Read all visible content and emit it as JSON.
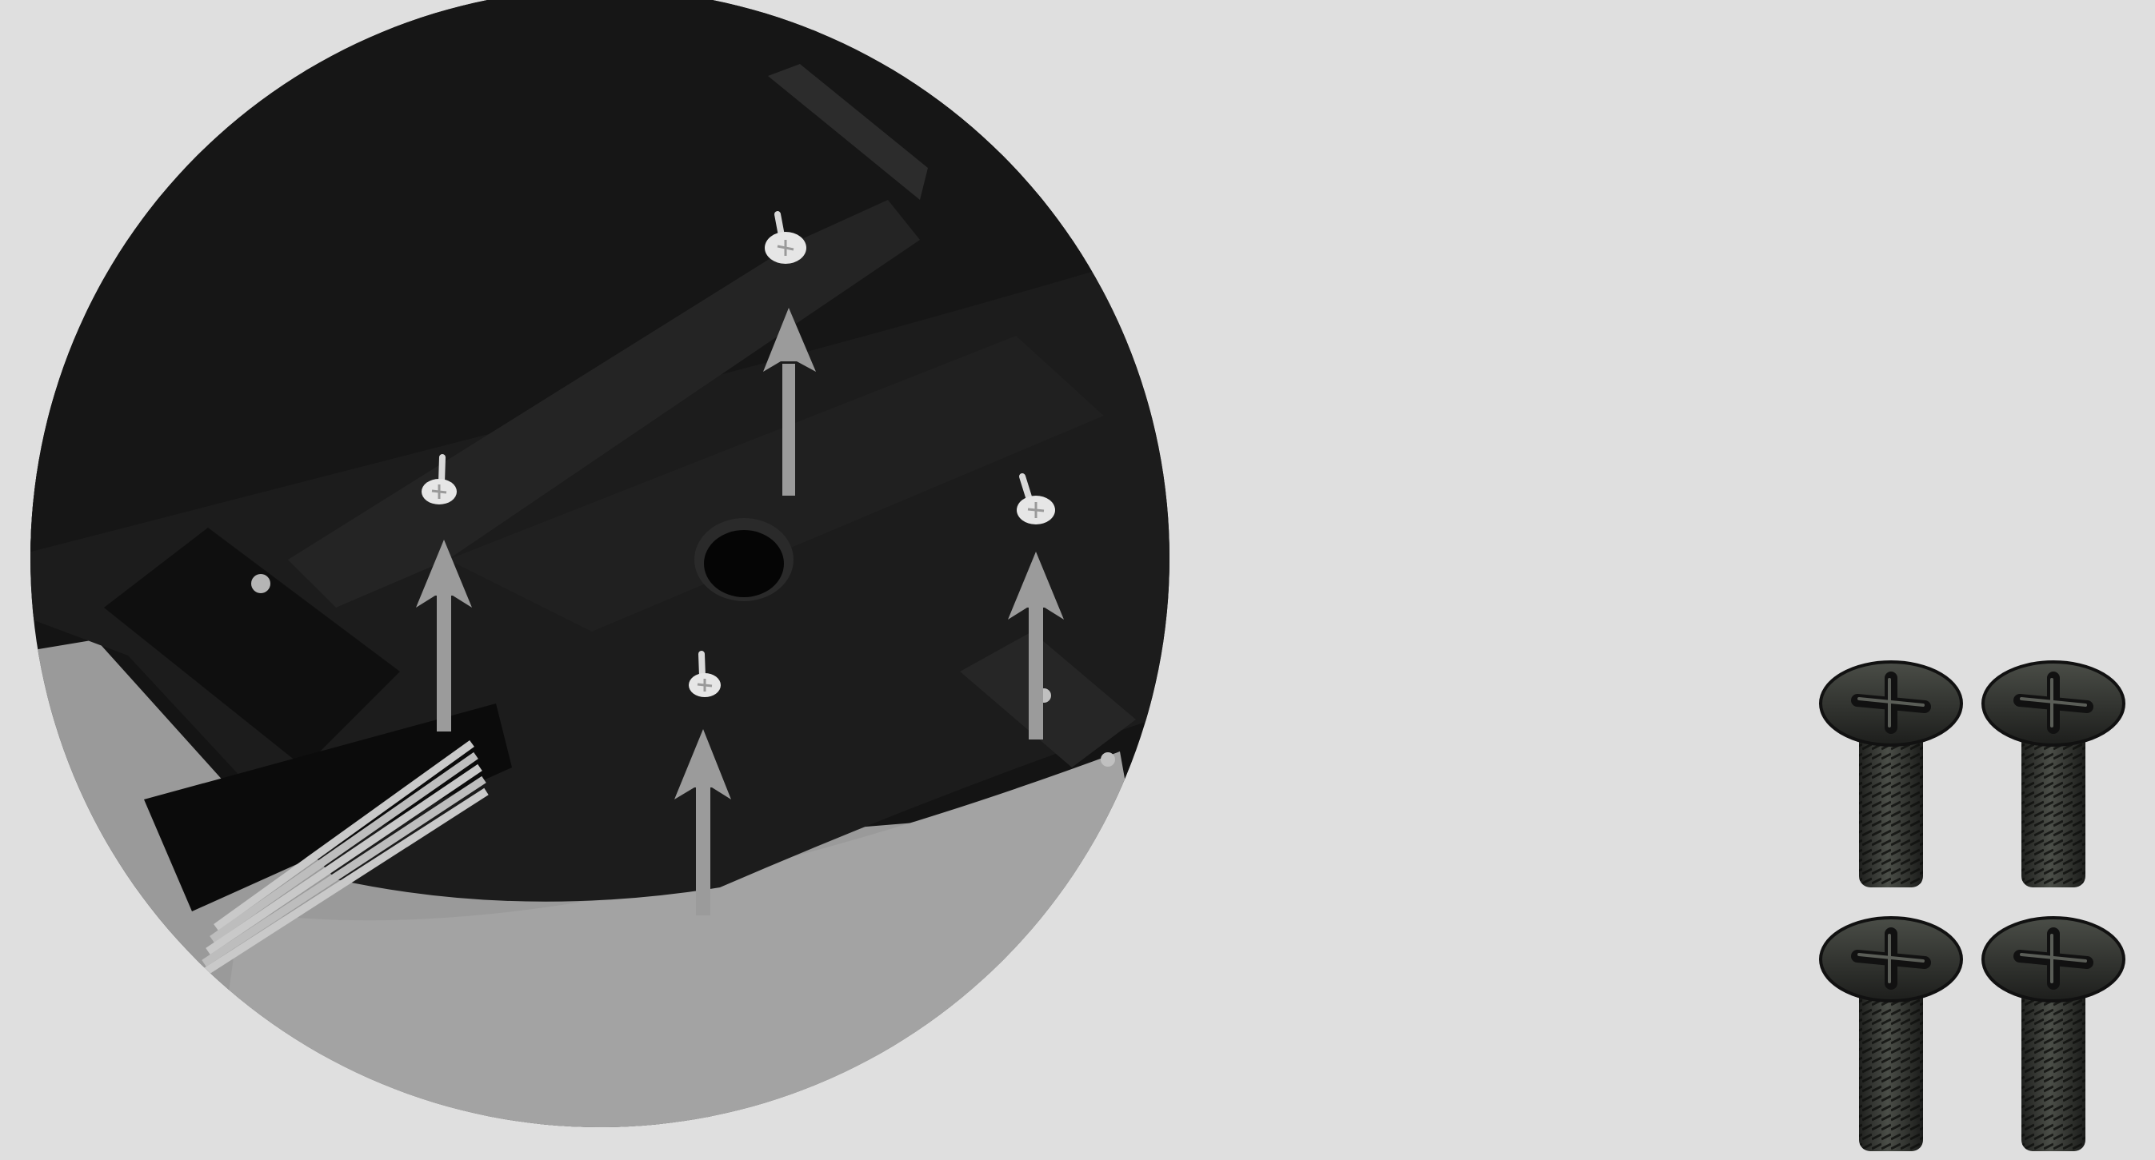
{
  "illustration": {
    "subject": "seat-mechanism-underside-closeup",
    "arrow_count": 4,
    "screw_count": 4
  },
  "colors": {
    "background": "#dfdfdf",
    "device_black": "#1a1a1a",
    "arrow_gray": "#9b9b9b",
    "floor_gray": "#9a9a9a",
    "screw_dark": "#2a2c29"
  },
  "icons": {
    "arrow": "arrow-up-icon",
    "screw": "phillips-screw-icon"
  }
}
